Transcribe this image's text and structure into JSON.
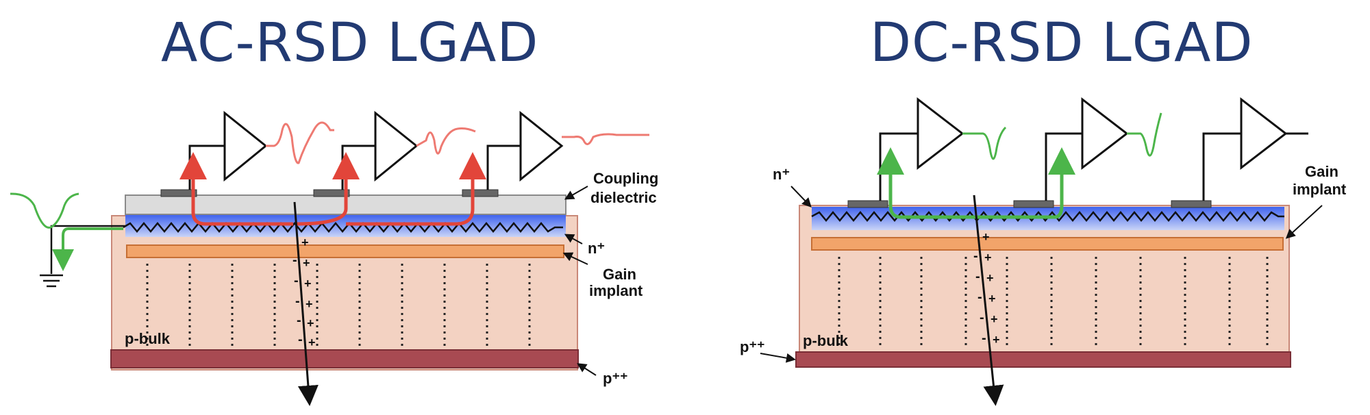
{
  "left": {
    "title": "AC-RSD LGAD",
    "labels": {
      "coupling_line1": "Coupling",
      "coupling_line2": "dielectric",
      "n_plus": "n⁺",
      "gain_line1": "Gain",
      "gain_line2": "implant",
      "p_bulk": "p-bulk",
      "p_plus_plus": "p⁺⁺"
    }
  },
  "right": {
    "title": "DC-RSD LGAD",
    "labels": {
      "n_plus": "n⁺",
      "gain_line1": "Gain",
      "gain_line2": "implant",
      "p_bulk": "p-bulk",
      "p_plus_plus": "p⁺⁺"
    }
  },
  "colors": {
    "title": "#223a72",
    "bulk": "#f3d2c2",
    "n_plus_layer": "#5b7cf0",
    "gain_implant": "#f2a46a",
    "p_plus_plus_layer": "#a84a52",
    "dielectric": "#d9d9d9",
    "ac_signal": "#e8584e",
    "dc_signal": "#4cb54a",
    "holes": "#2233cc",
    "electrons": "#e05050"
  }
}
